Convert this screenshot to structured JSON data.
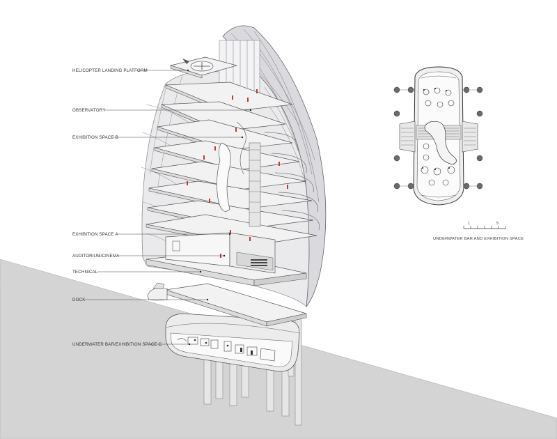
{
  "labels": {
    "helicopter": "HELICOPTER LANDING PLATFORM",
    "observatory": "OBSERVATORY",
    "exhibition_b": "EXHIBITION SPACE B",
    "exhibition_a": "EXHIBITION SPACE A",
    "auditorium": "AUDITORIUM/CINEMA",
    "technical": "TECHNICAL",
    "dock": "DOCK",
    "underwater": "UNDERWATER BAR/EXHIBITION SPACE C"
  },
  "plan": {
    "scale_left": "1",
    "scale_right": "5",
    "caption": "UNDERWATER BAR AND EXHIBITION SPACE"
  },
  "colors": {
    "accent_figures": "#c0392b",
    "ground": "#d4d4d4",
    "glass": "#e9e9ec",
    "shell": "#d9d9de"
  }
}
